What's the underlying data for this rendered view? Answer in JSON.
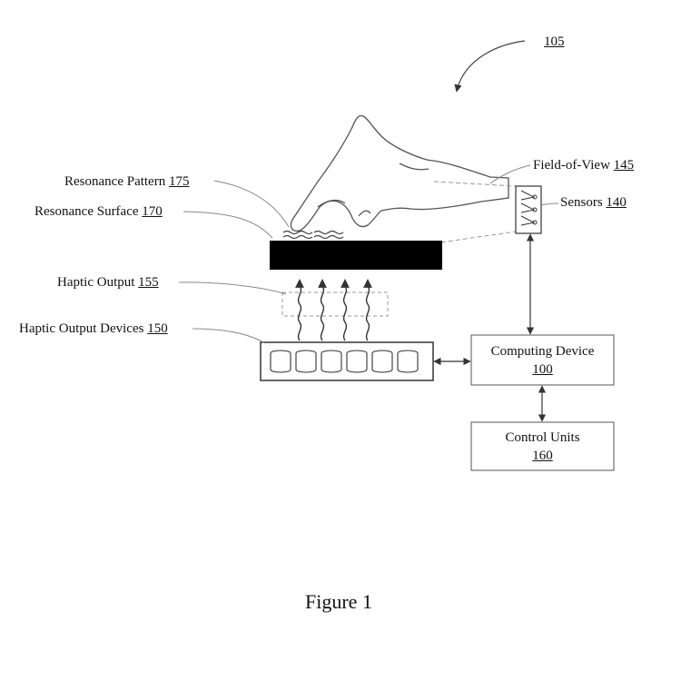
{
  "figure": {
    "ref_number": "105",
    "caption": "Figure 1"
  },
  "labels": {
    "resonance_pattern": {
      "text": "Resonance Pattern",
      "num": "175"
    },
    "resonance_surface": {
      "text": "Resonance Surface",
      "num": "170"
    },
    "haptic_output": {
      "text": "Haptic Output",
      "num": "155"
    },
    "haptic_output_devices": {
      "text": "Haptic Output Devices",
      "num": "150"
    },
    "field_of_view": {
      "text": "Field-of-View",
      "num": "145"
    },
    "sensors": {
      "text": "Sensors",
      "num": "140"
    }
  },
  "boxes": {
    "computing_device": {
      "title": "Computing Device",
      "num": "100"
    },
    "control_units": {
      "title": "Control Units",
      "num": "160"
    }
  },
  "colors": {
    "line": "#333333",
    "surface": "#000000",
    "dashed": "#999999"
  }
}
